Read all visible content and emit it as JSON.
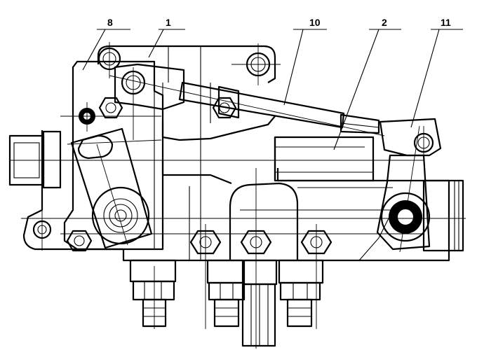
{
  "callouts": {
    "label_8": "8",
    "label_1": "1",
    "label_10": "10",
    "label_2": "2",
    "label_11": "11"
  },
  "colors": {
    "ink": "#000000",
    "paper": "#ffffff"
  }
}
